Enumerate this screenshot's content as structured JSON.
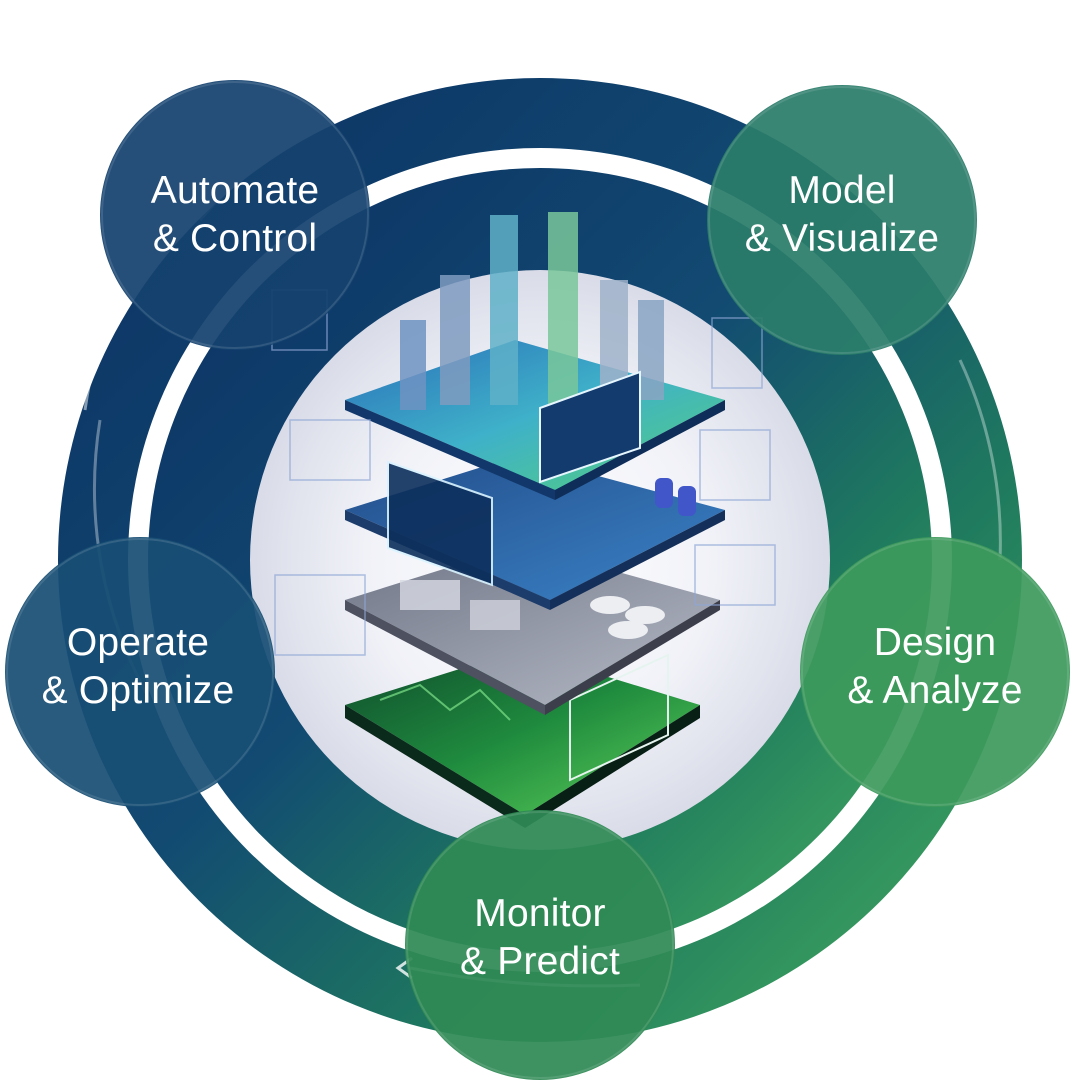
{
  "colors": {
    "navy": "#0e3b6e",
    "deep_navy": "#0a2f5e",
    "teal": "#1f6f73",
    "green": "#2e9a57",
    "light_green": "#57b86a",
    "center_glow": "#eef0f6"
  },
  "nodes": [
    {
      "id": "automate-control",
      "line1": "Automate",
      "line2": "& Control",
      "color": "#14426f"
    },
    {
      "id": "model-visualize",
      "line1": "Model",
      "line2": "& Visualize",
      "color": "#2b7d6a"
    },
    {
      "id": "design-analyze",
      "line1": "Design",
      "line2": "& Analyze",
      "color": "#3d9a5c"
    },
    {
      "id": "monitor-predict",
      "line1": "Monitor",
      "line2": "& Predict",
      "color": "#2f8a55"
    },
    {
      "id": "operate-optimize",
      "line1": "Operate",
      "line2": "& Optimize",
      "color": "#184f74"
    }
  ],
  "center": {
    "layers": [
      "city",
      "substation",
      "industrial",
      "terrain"
    ]
  }
}
